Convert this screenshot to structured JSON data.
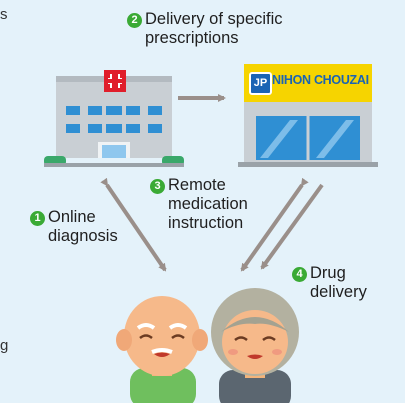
{
  "fragments": {
    "top": "s",
    "bottom": "g"
  },
  "steps": [
    {
      "num": "2",
      "lines": [
        "Delivery of specific",
        "prescriptions"
      ]
    },
    {
      "num": "3",
      "lines": [
        "Remote",
        "medication",
        "instruction"
      ]
    },
    {
      "num": "1",
      "lines": [
        "Online",
        "diagnosis"
      ]
    },
    {
      "num": "4",
      "lines": [
        "Drug",
        "delivery"
      ]
    }
  ],
  "pharmacy": {
    "sign_text": "NIHON CHOUZAI",
    "logo_text": "JP"
  },
  "colors": {
    "background": "#e4f2fa",
    "arrow": "#9a8f8a",
    "badge_green": "#3aaa35",
    "pharmacy_sign": "#f6d400",
    "logo_blue": "#1a64b4"
  }
}
